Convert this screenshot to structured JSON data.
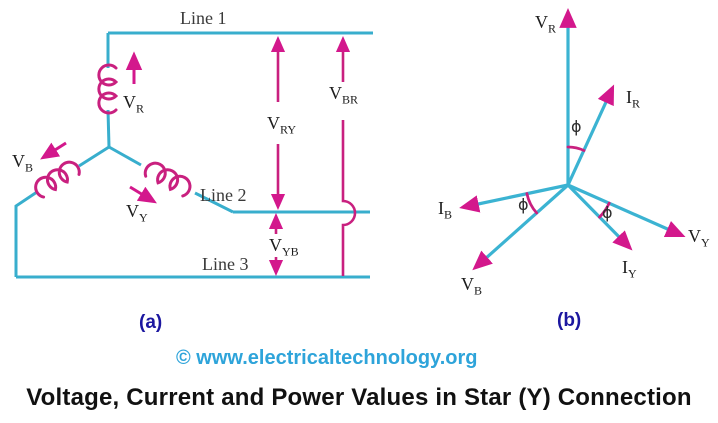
{
  "panel_a": {
    "caption": "(a)",
    "line1": "Line 1",
    "line2": "Line 2",
    "line3": "Line 3",
    "vr": {
      "main": "V",
      "sub": "R"
    },
    "vb": {
      "main": "V",
      "sub": "B"
    },
    "vy": {
      "main": "V",
      "sub": "Y"
    },
    "vry": {
      "main": "V",
      "sub": "RY"
    },
    "vbr": {
      "main": "V",
      "sub": "BR"
    },
    "vyb": {
      "main": "V",
      "sub": "YB"
    }
  },
  "panel_b": {
    "caption": "(b)",
    "vr": {
      "main": "V",
      "sub": "R"
    },
    "ir": {
      "main": "I",
      "sub": "R"
    },
    "vy": {
      "main": "V",
      "sub": "Y"
    },
    "iy": {
      "main": "I",
      "sub": "Y"
    },
    "vb": {
      "main": "V",
      "sub": "B"
    },
    "ib": {
      "main": "I",
      "sub": "B"
    },
    "phi": "ϕ"
  },
  "footer": {
    "watermark": "© www.electricaltechnology.org",
    "title": "Voltage, Current and Power Values in Star (Y) Connection"
  },
  "colors": {
    "wire_cyan": "#38AECD",
    "accent_magenta": "#D3188C",
    "coil_magenta": "#C9207F",
    "caption_blue": "#1c17a0",
    "watermark_blue": "#2ea4da"
  }
}
